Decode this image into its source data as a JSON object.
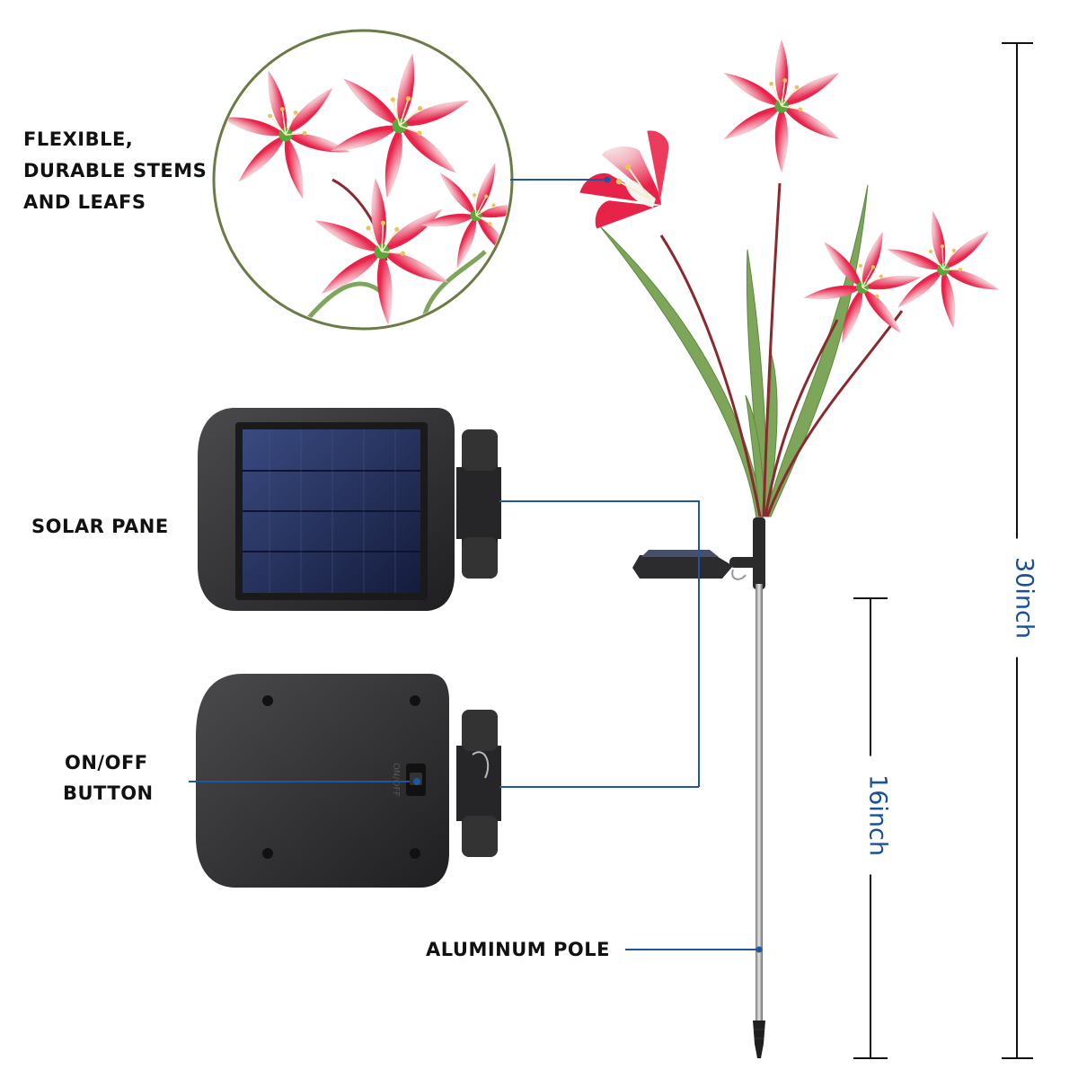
{
  "labels": {
    "stems_line1": "FLEXIBLE,",
    "stems_line2": "DURABLE STEMS",
    "stems_line3": "AND LEAFS",
    "solar_panel": "SOLAR PANE",
    "switch_line1": "ON/OFF",
    "switch_line2": "BUTTON",
    "pole": "ALUMINUM POLE",
    "switch_mark": "ON/OFF"
  },
  "dimensions": {
    "total_height": "30inch",
    "pole_height": "16inch"
  },
  "colors": {
    "petal": "#e8234a",
    "petal_light": "#f4f6f2",
    "leaf": "#7da65a",
    "stem": "#8a2a2e",
    "panel_body": "#2f2f31",
    "cell": "#1e2a55",
    "dimension": "#1a4f99",
    "callout": "#1e56a0"
  }
}
